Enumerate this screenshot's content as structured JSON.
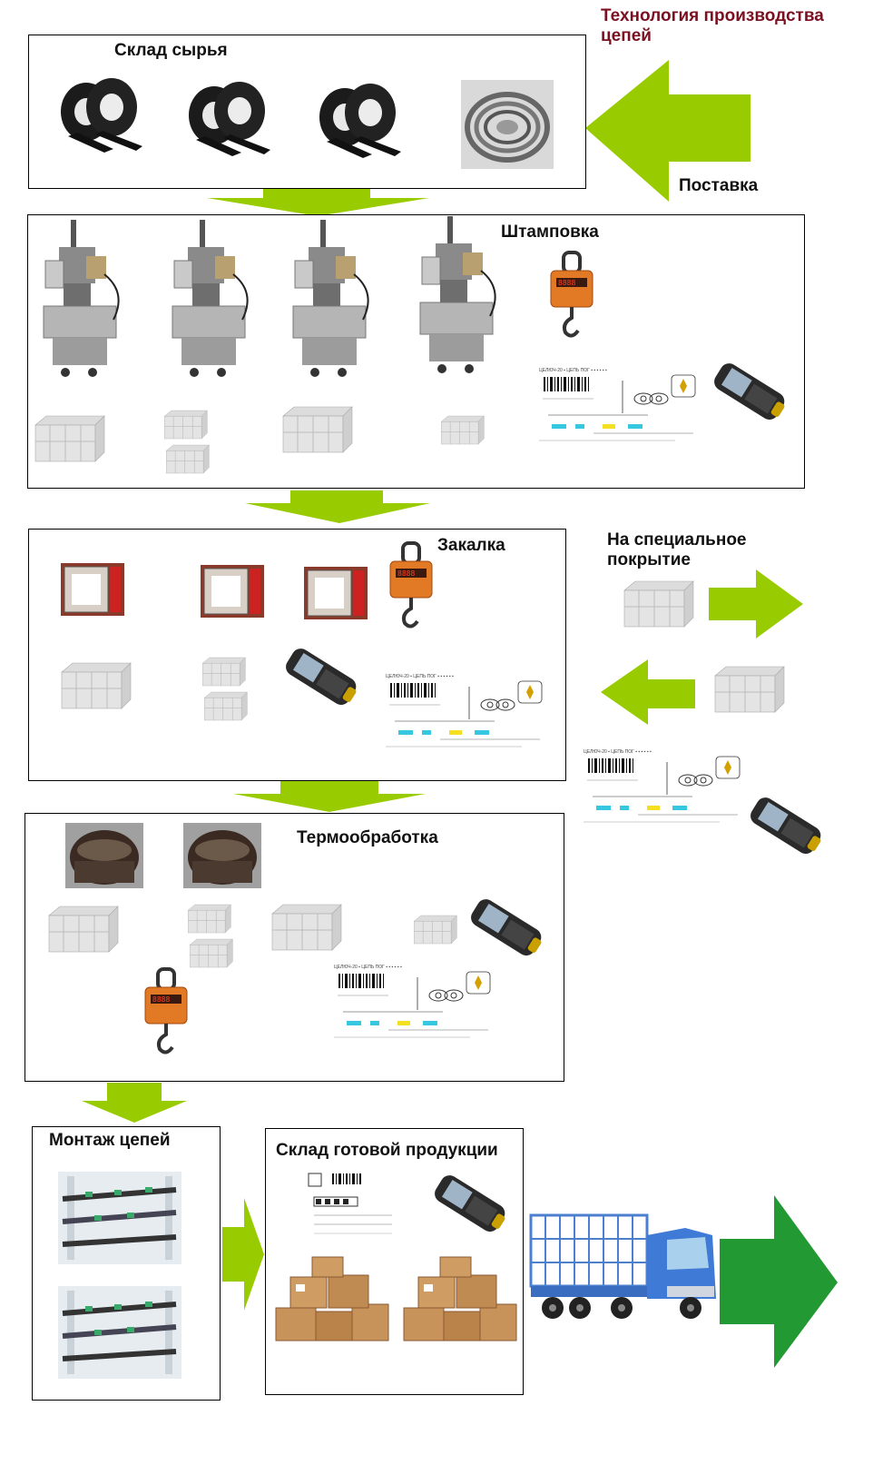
{
  "title": "Технология производства цепей",
  "labels": {
    "raw_warehouse": "Склад сырья",
    "supply": "Поставка",
    "stamping": "Штамповка",
    "quenching": "Закалка",
    "special_coating": "На специальное покрытие",
    "heat_treatment": "Термообработка",
    "chain_assembly": "Монтаж цепей",
    "finished_warehouse": "Склад готовой продукции"
  },
  "colors": {
    "arrow_light": "#99cc00",
    "arrow_dark": "#229933",
    "border": "#000000",
    "title": "#7a1020"
  },
  "icons": [
    "tape-roll-icon",
    "wire-coil-icon",
    "press-machine-icon",
    "crane-scale-icon",
    "barcode-label-icon",
    "handheld-scanner-icon",
    "crate-icon",
    "furnace-icon",
    "heat-treatment-pot-icon",
    "assembly-line-icon",
    "cardboard-boxes-icon",
    "truck-icon"
  ]
}
